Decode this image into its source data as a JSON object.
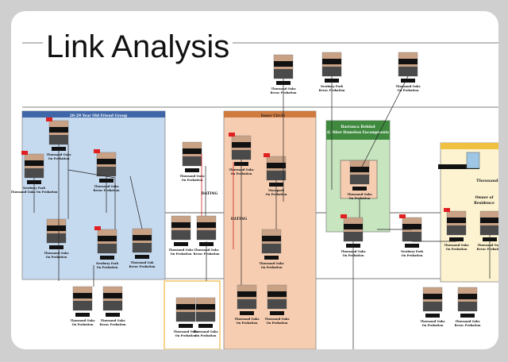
{
  "title": "Link Analysis",
  "groups": [
    {
      "title": "20-29 Year Old Friend Group",
      "color": "#c5d9ef",
      "header": "#3f67a8"
    },
    {
      "title": "Inner Circle",
      "color": "#f7cdb1",
      "header": "#cf7a3f"
    },
    {
      "title": "Barranca Behind & Other Homeless Encampments",
      "color": "#c7e6bf",
      "header": "#3f8a3f"
    },
    {
      "title": "Thousand Oaks",
      "subtitle": "Owner of Residence",
      "color": "#fdf3d0",
      "header": "#f0c040"
    }
  ],
  "links": {
    "dating": "DATING"
  },
  "person_labels": [
    "Thousand Oaks Revoc Probation",
    "Newbury Park Revoc Probation",
    "Thousand Oaks On Probation",
    "Newbury Park Thousand Oaks On Probation",
    "Thousand Oaks On Probation",
    "Thousand Oaks Revoc Probation",
    "Newbury Park On Probation",
    "Thousand Oak Revoc Probation",
    "Thousand Oaks On Probation",
    "Thousand Oaks On Probation",
    "Thousand Oaks On Probation",
    "Thousand Oaks On Probation",
    "Thousand Oaks On Probation",
    "Thousand Oaks Revoc Probation",
    "Thousand Oaks On Probation",
    "Moorpark On Probation",
    "Thousand Oaks On Probation",
    "Thousand Oaks On Probation",
    "Thousand Oaks On Probation",
    "Thousand Oaks On Probation",
    "Thousand Oaks On Probation",
    "Newbury Park On Probation",
    "Thousand Oaks On Probation",
    "Thousand Oaks Revoc Probation",
    "Thousand Oaks On Probation",
    "Thousand Oaks Revoc Probation",
    "Thousand Oaks On Probation",
    "Thousand Oaks Revoc Probation"
  ]
}
